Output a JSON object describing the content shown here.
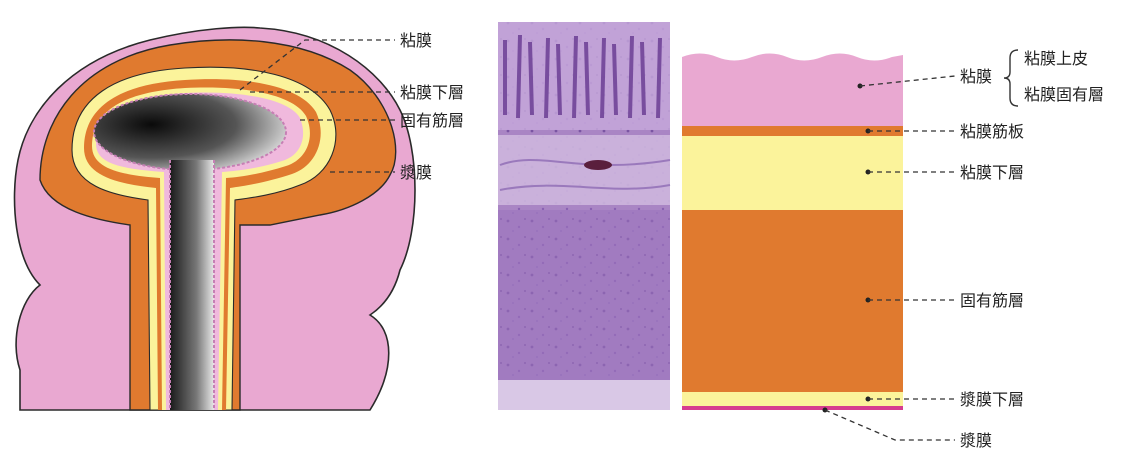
{
  "left_diagram": {
    "labels": {
      "mucosa": "粘膜",
      "submucosa": "粘膜下層",
      "muscularis_propria": "固有筋層",
      "serosa": "漿膜"
    }
  },
  "right_diagram": {
    "labels": {
      "mucosa": "粘膜",
      "mucosal_epithelium": "粘膜上皮",
      "lamina_propria": "粘膜固有層",
      "muscularis_mucosae": "粘膜筋板",
      "submucosa": "粘膜下層",
      "muscularis_propria": "固有筋層",
      "subserosa": "漿膜下層",
      "serosa": "漿膜"
    }
  },
  "colors": {
    "mucosa_pink": "#e8a6cf",
    "muscle_orange": "#e07a2f",
    "submucosa_yellow": "#fbf39b",
    "serosa_magenta": "#d63d8f",
    "histology_purple": "#b28fc9"
  }
}
